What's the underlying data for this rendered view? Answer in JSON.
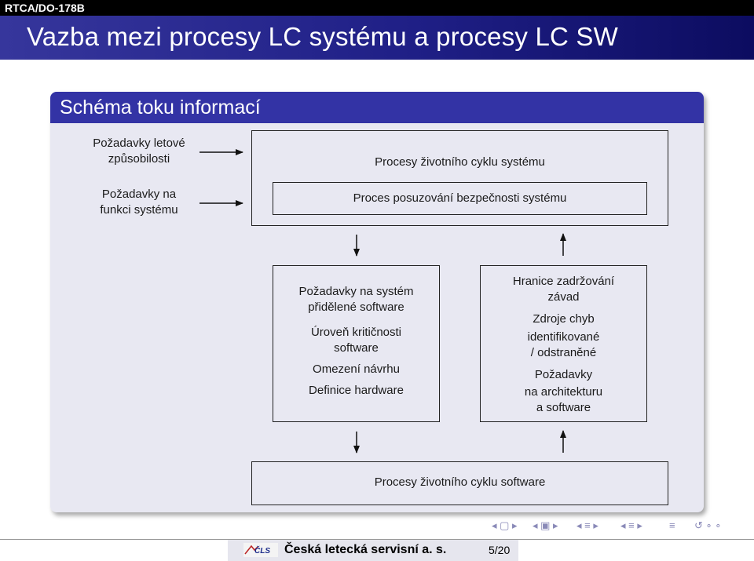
{
  "header": {
    "section": "RTCA/DO-178B",
    "title": "Vazba mezi procesy LC systému a procesy LC SW"
  },
  "block": {
    "title": "Schéma toku informací",
    "inputs": [
      {
        "line1": "Požadavky letové",
        "line2": "způsobilosti"
      },
      {
        "line1": "Požadavky na",
        "line2": "funkci systému"
      }
    ],
    "system_lifecycle": "Procesy životního cyklu systému",
    "safety_assessment": "Proces posuzování bezpečnosti systému",
    "left_box": [
      "Požadavky na systém",
      "přidělené software",
      "Úroveň kritičnosti",
      "software",
      "Omezení návrhu",
      "Definice hardware"
    ],
    "right_box": [
      "Hranice zadržování",
      "závad",
      "Zdroje chyb",
      "identifikované",
      "/ odstraněné",
      "Požadavky",
      "na architekturu",
      "a software"
    ],
    "software_lifecycle": "Procesy životního cyklu software"
  },
  "footer": {
    "logo_text": "ČLS",
    "organization": "Česká letecká servisní a. s.",
    "page": "5/20"
  },
  "navigation": {
    "icons": [
      "nav-frame-left",
      "nav-frame-right",
      "nav-subsection",
      "nav-section",
      "nav-align",
      "nav-search"
    ]
  },
  "colors": {
    "title_bar": "#1f1f86",
    "block_header": "#3333a5",
    "block_body": "#e8e8f2"
  }
}
